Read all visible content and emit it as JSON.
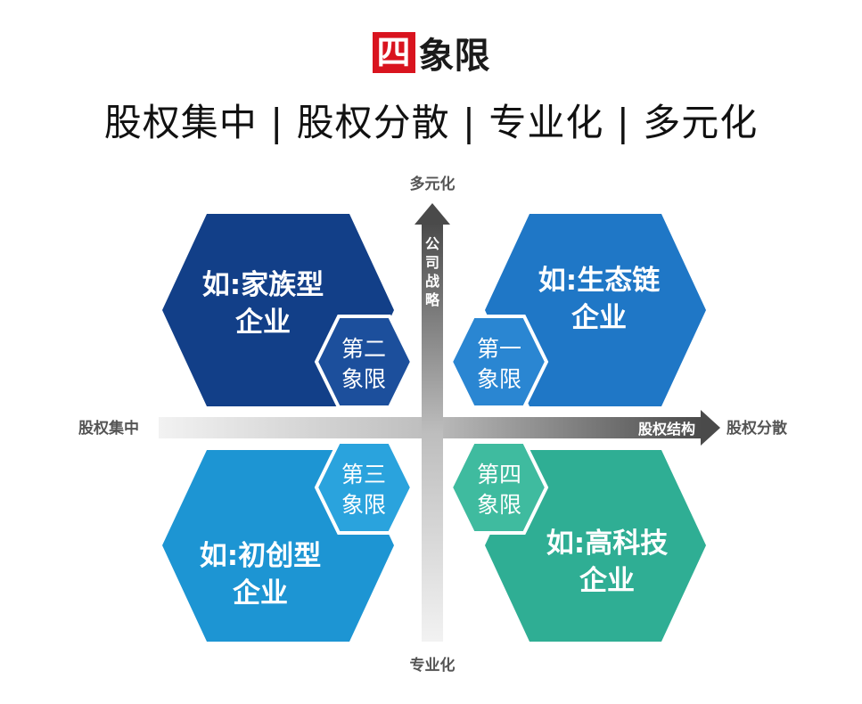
{
  "title": {
    "badge": "四",
    "text": "象限"
  },
  "subtitle": "股权集中 | 股权分散 | 专业化 | 多元化",
  "axes": {
    "top": "多元化",
    "bottom": "专业化",
    "left": "股权集中",
    "right": "股权分散",
    "vertical_name": "公司战略",
    "horizontal_name": "股权结构"
  },
  "quadrants": [
    {
      "id": "q2",
      "line1": "如:家族型",
      "line2": "企业",
      "tag1": "第二",
      "tag2": "象限",
      "color": "#123f88",
      "tag_color": "#1c4f9c"
    },
    {
      "id": "q1",
      "line1": "如:生态链",
      "line2": "企业",
      "tag1": "第一",
      "tag2": "象限",
      "color": "#1f77c6",
      "tag_color": "#2a86d2"
    },
    {
      "id": "q3",
      "line1": "如:初创型",
      "line2": "企业",
      "tag1": "第三",
      "tag2": "象限",
      "color": "#1d95d3",
      "tag_color": "#2aa3dd"
    },
    {
      "id": "q4",
      "line1": "如:高科技",
      "line2": "企业",
      "tag1": "第四",
      "tag2": "象限",
      "color": "#2fae94",
      "tag_color": "#3fbb9f"
    }
  ],
  "colors": {
    "axis_dark": "#4d4d4d",
    "axis_light": "#e6e6e6",
    "accent_red": "#d9141f"
  }
}
